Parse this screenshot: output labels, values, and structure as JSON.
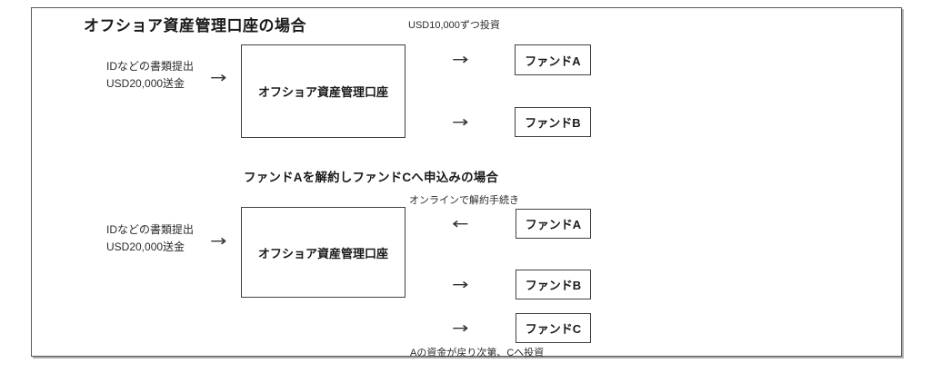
{
  "glyphs": {
    "arrow_right": "→",
    "arrow_left": "←"
  },
  "section1": {
    "title": "オフショア資産管理口座の場合",
    "invest_note": "USD10,000ずつ投資",
    "input_line1": "IDなどの書類提出",
    "input_line2": "USD20,000送金",
    "account_label": "オフショア資産管理口座",
    "funds": [
      {
        "label": "ファンドA"
      },
      {
        "label": "ファンドB"
      }
    ]
  },
  "section2": {
    "title": "ファンドAを解約しファンドCへ申込みの場合",
    "online_note": "オンラインで解約手続き",
    "input_line1": "IDなどの書類提出",
    "input_line2": "USD20,000送金",
    "account_label": "オフショア資産管理口座",
    "funds": [
      {
        "label": "ファンドA"
      },
      {
        "label": "ファンドB"
      },
      {
        "label": "ファンドC"
      }
    ],
    "footer_note": "Aの資金が戻り次第、Cへ投資"
  }
}
